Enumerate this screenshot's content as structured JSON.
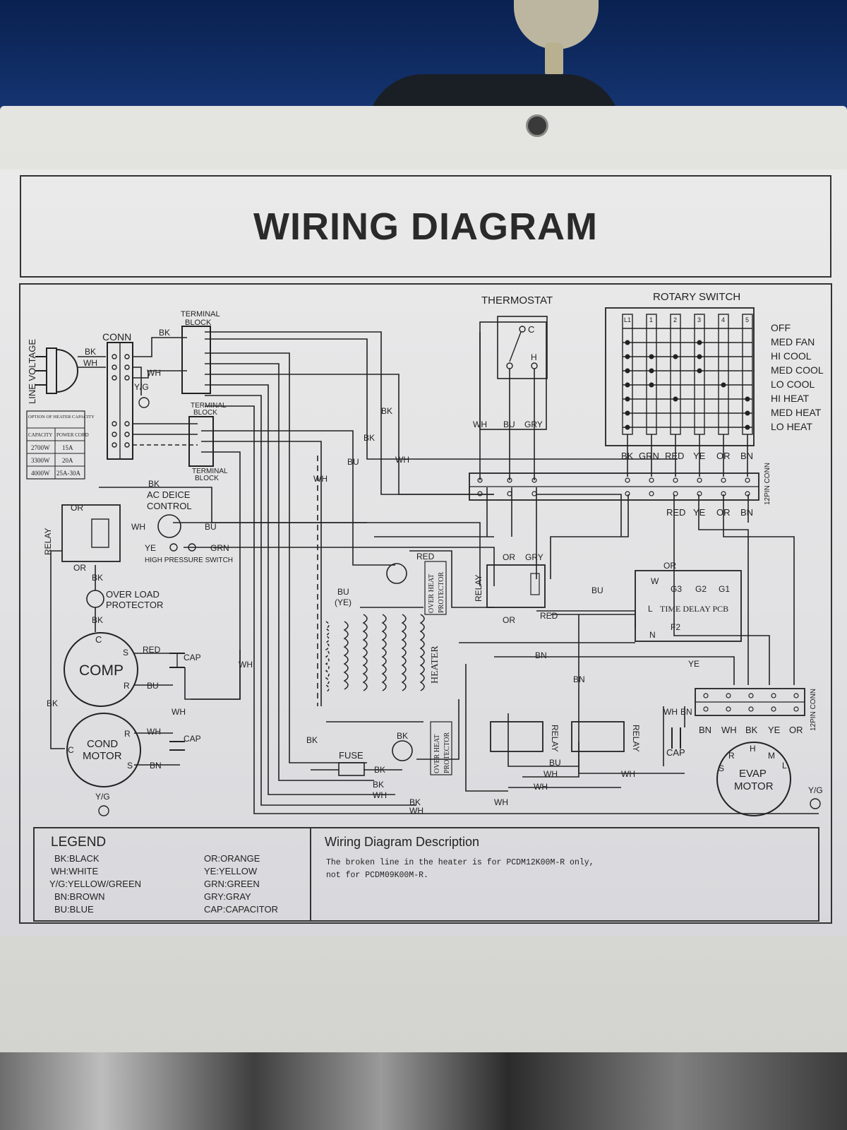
{
  "title": "WIRING DIAGRAM",
  "components": {
    "line_voltage": "LINE VOLTAGE",
    "conn": "CONN",
    "terminal_block": "TERMINAL",
    "terminal_block2": "BLOCK",
    "thermostat": "THERMOSTAT",
    "rotary_switch": "ROTARY SWITCH",
    "ac_deice_1": "AC DEICE",
    "ac_deice_2": "CONTROL",
    "relay": "RELAY",
    "high_pressure": "HIGH PRESSURE SWITCH",
    "overload_1": "OVER LOAD",
    "overload_2": "PROTECTOR",
    "comp": "COMP",
    "cond_1": "COND",
    "cond_2": "MOTOR",
    "cap": "CAP",
    "heater": "HEATER",
    "fuse": "FUSE",
    "over_heat_1": "OVER HEAT",
    "over_heat_2": "PROTECTOR",
    "time_delay": "TIME DELAY PCB",
    "evap_1": "EVAP",
    "evap_2": "MOTOR",
    "pin_conn": "12PIN CONN"
  },
  "rotary_positions": [
    "OFF",
    "MED FAN",
    "HI COOL",
    "MED COOL",
    "LO COOL",
    "HI HEAT",
    "MED HEAT",
    "LO HEAT"
  ],
  "rotary_columns": [
    "L1",
    "1",
    "2",
    "3",
    "4",
    "5"
  ],
  "rotary_wires": [
    "BK",
    "GRN",
    "RED",
    "YE",
    "OR",
    "BN"
  ],
  "pcb_terminals": [
    "W",
    "G3",
    "G2",
    "G1",
    "L",
    "N",
    "F2"
  ],
  "heater_option": {
    "header": "OPTION OF HEATER CAPACITY",
    "col1": "CAPACITY",
    "col2": "POWER CORD",
    "rows": [
      [
        "2700W",
        "15A"
      ],
      [
        "3300W",
        "20A"
      ],
      [
        "4000W",
        "25A-30A"
      ]
    ]
  },
  "legend": {
    "title": "LEGEND",
    "left": [
      "BK:BLACK",
      "WH:WHITE",
      "Y/G:YELLOW/GREEN",
      "BN:BROWN",
      "BU:BLUE"
    ],
    "right": [
      "OR:ORANGE",
      "YE:YELLOW",
      "GRN:GREEN",
      "GRY:GRAY",
      "CAP:CAPACITOR"
    ]
  },
  "description": {
    "title": "Wiring Diagram Description",
    "line1": "The broken line in the heater is for PCDM12K00M-R only,",
    "line2": "not for PCDM09K00M-R."
  }
}
